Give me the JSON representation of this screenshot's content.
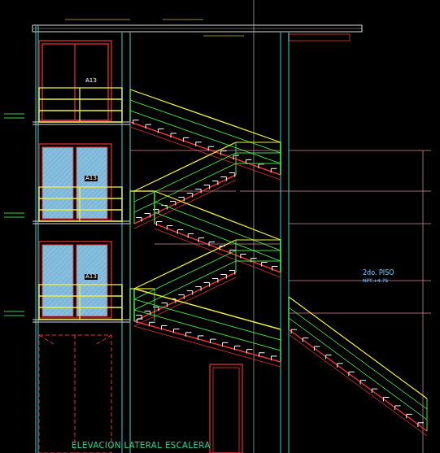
{
  "diagram": {
    "caption": "ELEVACION LATERAL ESCALERA",
    "labels": [
      "A13",
      "A13",
      "A13",
      "2do. PISO",
      "NPT.+4.75"
    ]
  }
}
